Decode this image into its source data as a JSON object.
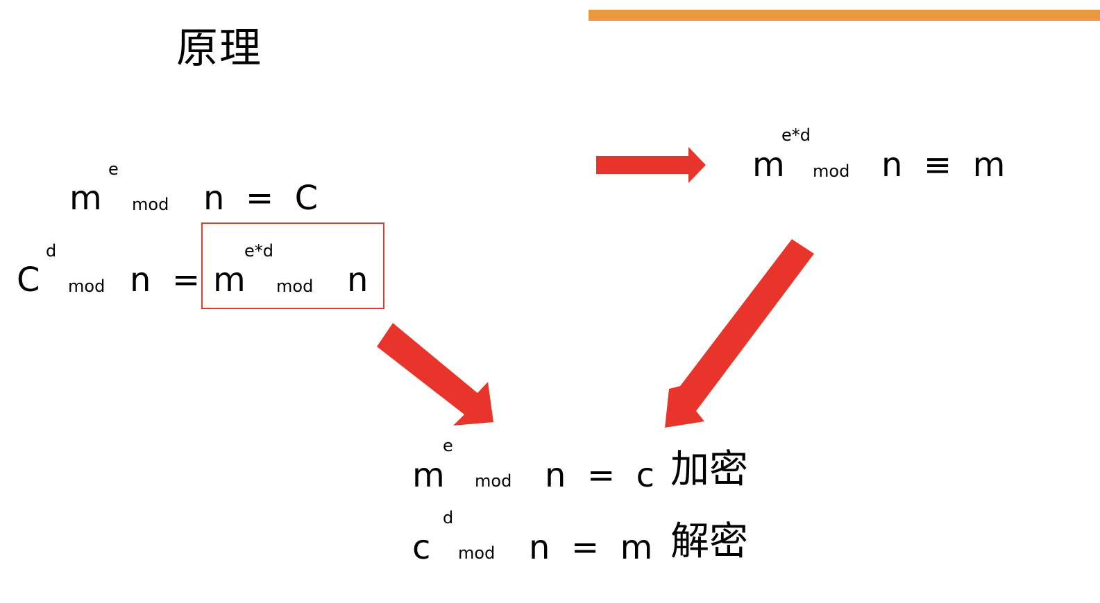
{
  "title": "原理",
  "colors": {
    "accent_bar": "#e8983e",
    "arrow": "#e8342a",
    "box_border": "#e33a2e"
  },
  "eq1": {
    "base": "m",
    "exp": "e",
    "mod": "mod",
    "rest": "n  =  C"
  },
  "eq2": {
    "lhs_base": "C",
    "lhs_exp": "d",
    "lhs_mod": "mod",
    "lhs_rest": "n  =",
    "rhs_base": "m",
    "rhs_exp": "e*d",
    "rhs_mod": "mod",
    "rhs_rest": "n"
  },
  "eq3": {
    "base": "m",
    "exp": "e*d",
    "mod": "mod",
    "rest": "n  ≡  m"
  },
  "result": {
    "enc": {
      "base": "m",
      "exp": "e",
      "mod": "mod",
      "rest": "n  =  c",
      "label": "加密"
    },
    "dec": {
      "base": "c",
      "exp": "d",
      "mod": "mod",
      "rest": "n  =  m",
      "label": "解密"
    }
  }
}
